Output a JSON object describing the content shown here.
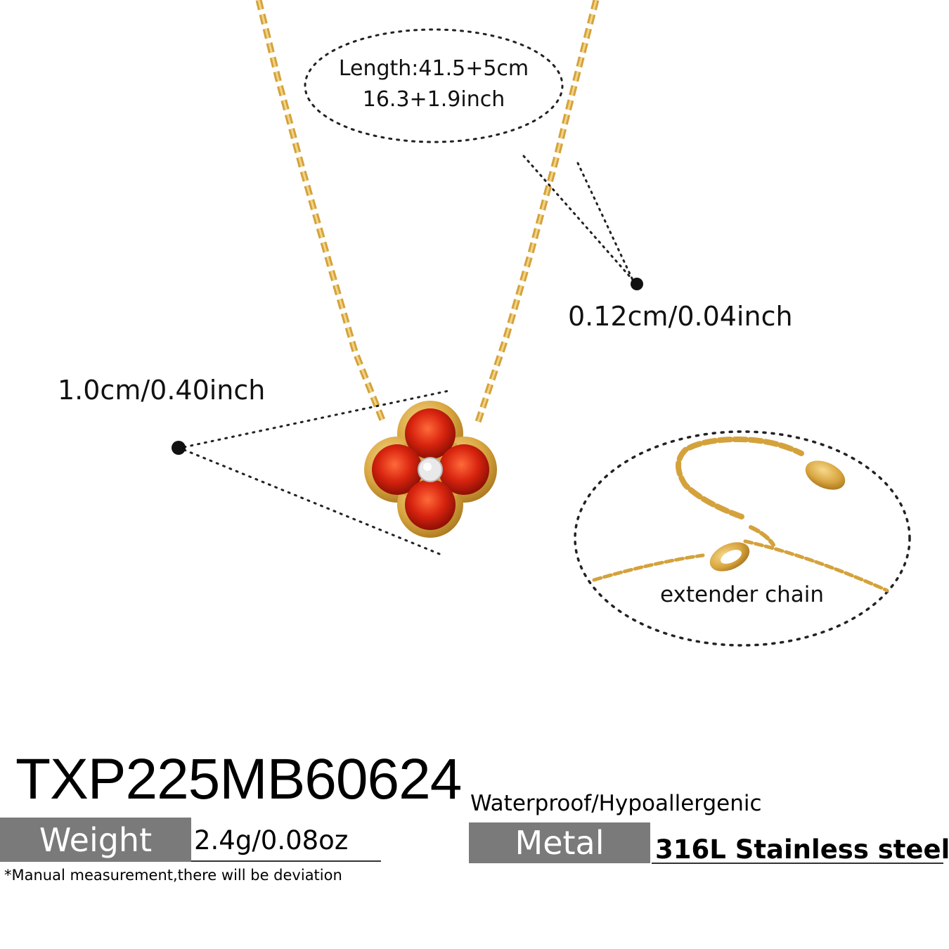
{
  "dimensions": {
    "length_line1": "Length:41.5+5cm",
    "length_line2": "16.3+1.9inch",
    "chain_thickness": "0.12cm/0.04inch",
    "pendant_size": "1.0cm/0.40inch",
    "extender_label": "extender chain"
  },
  "product": {
    "sku": "TXP225MB60624",
    "weight_label": "Weight",
    "weight_value": "2.4g/0.08oz",
    "features": "Waterproof/Hypoallergenic",
    "metal_label": "Metal",
    "metal_value": "316L Stainless steel",
    "note": "*Manual measurement,there will be deviation"
  },
  "colors": {
    "gold": "#d9a640",
    "stone_red": "#d8240f",
    "label_gray": "#7a7a7a"
  }
}
